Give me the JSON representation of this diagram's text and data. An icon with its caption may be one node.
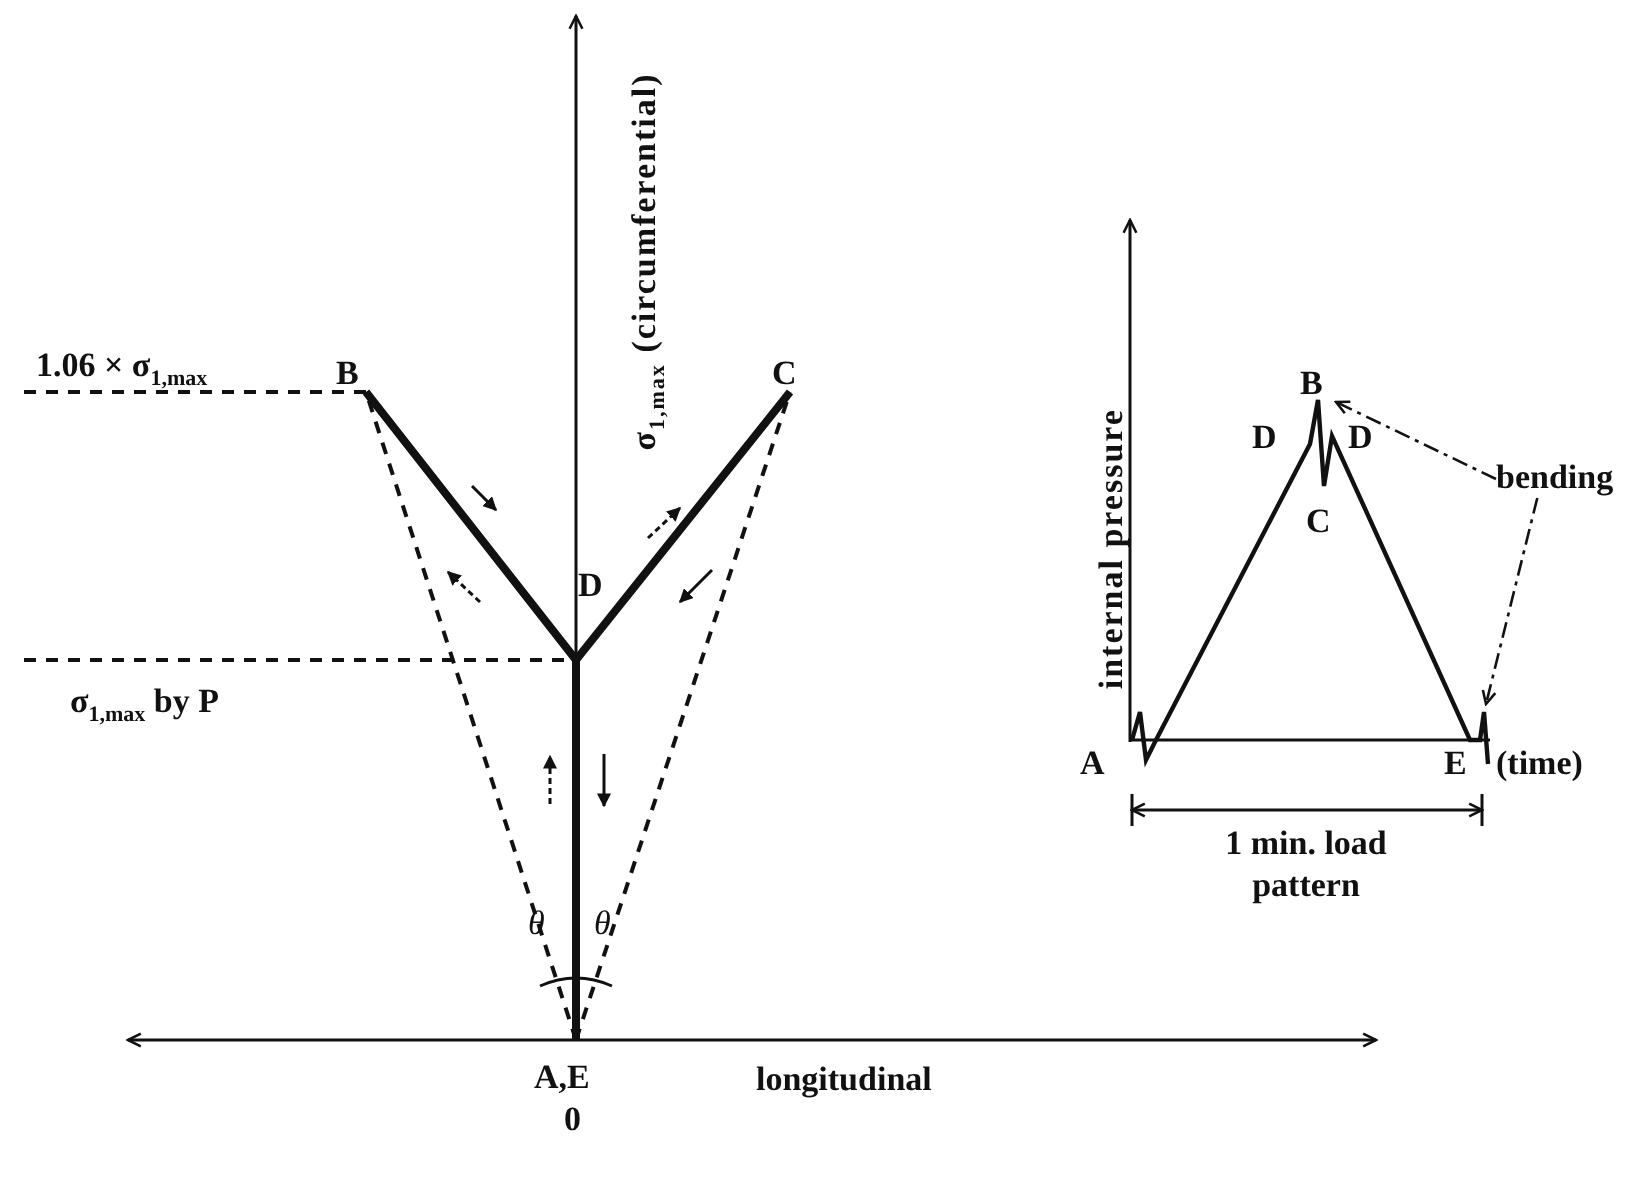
{
  "diagram": {
    "nodes": [
      {
        "text": [
          "bending"
        ]
      },
      {
        "text": [],
        "shape": "curve"
      }
    ],
    "edges": [
      {
        "from": 0,
        "to": 1,
        "arrow": "to",
        "style": "dashed"
      },
      {
        "from": 0,
        "to": 1,
        "arrow": "to",
        "style": "dashed"
      }
    ],
    "labels": [
      "σ$_{1,max}$ (circumferential)",
      "1.06 × σ$_{1,max}$",
      "B",
      "C",
      "D",
      "σ$_{1,max}$ by P",
      "θ",
      "θ",
      "A,E",
      "0",
      "longitudinal",
      "internal pressure",
      "B",
      "D",
      "D",
      "C",
      "A",
      "E",
      "(time)",
      "1 min. load pattern"
    ]
  }
}
